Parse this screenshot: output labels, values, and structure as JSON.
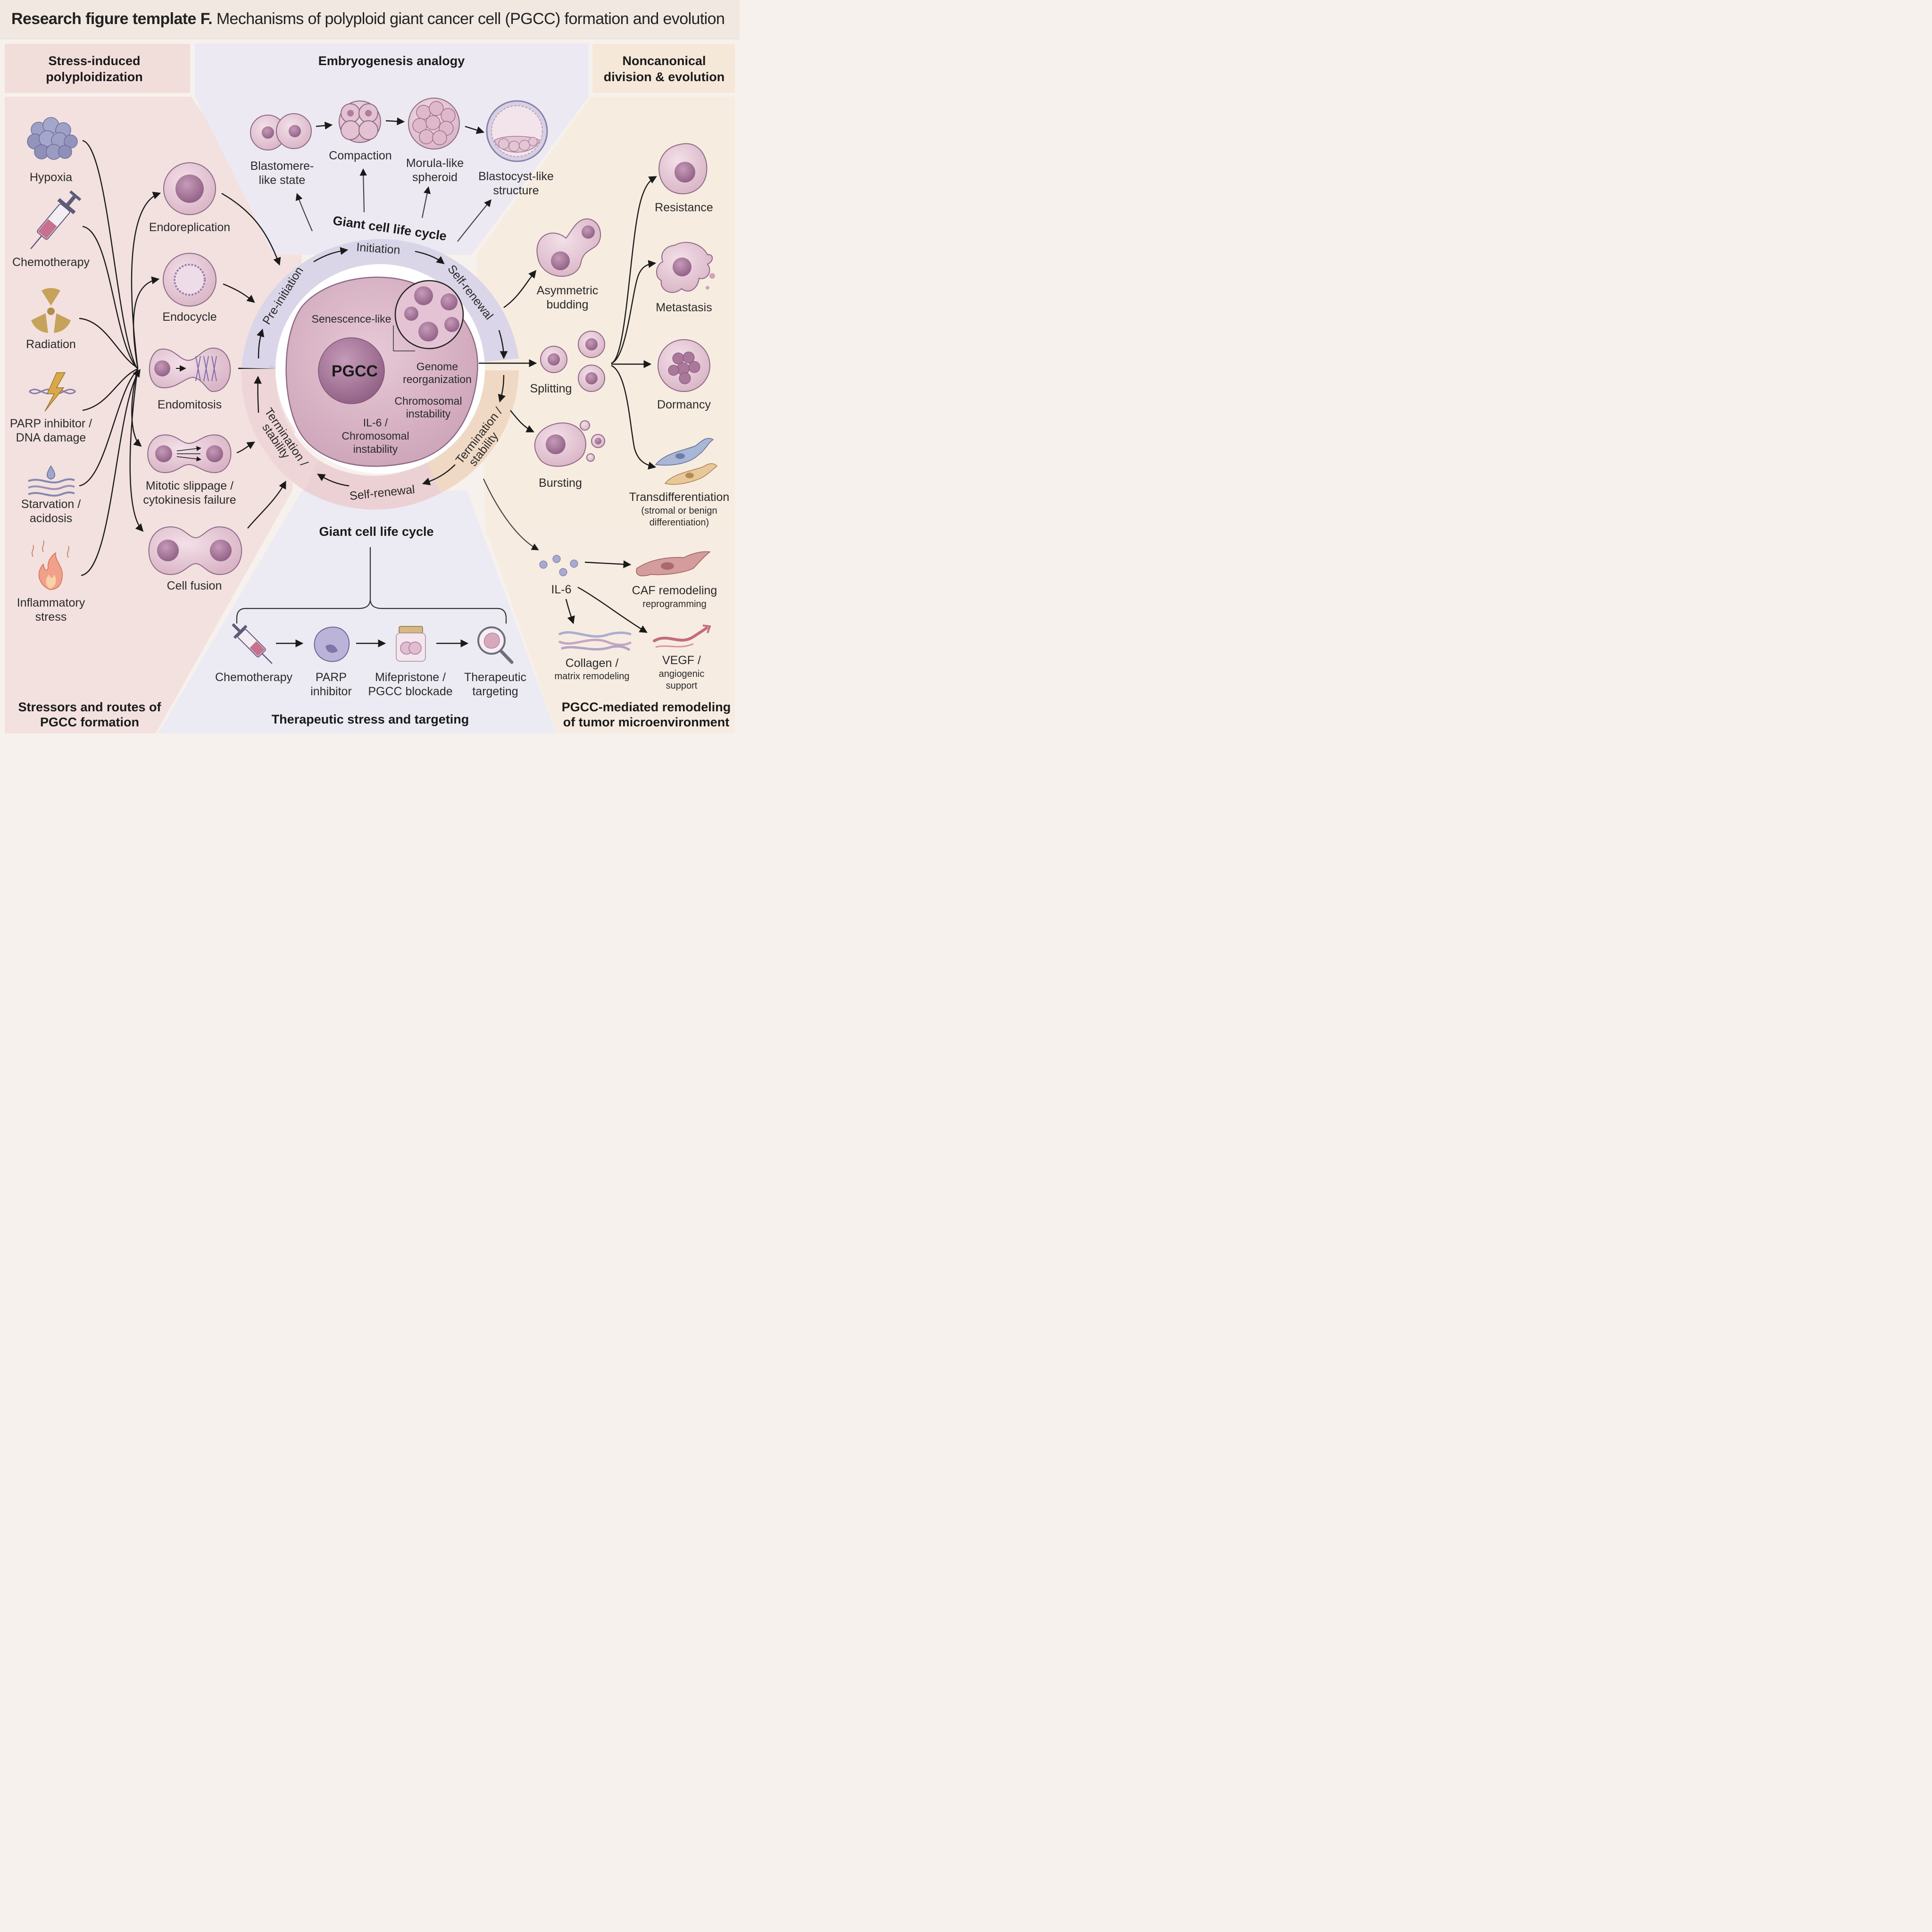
{
  "title": {
    "prefix": "Research figure template F.",
    "main": "Mechanisms of polyploid giant cancer cell (PGCC) formation and evolution"
  },
  "sections": {
    "left_header": [
      "Stress-induced",
      "polyploidization"
    ],
    "top_header": "Embryogenesis analogy",
    "right_header": [
      "Noncanonical",
      "division & evolution"
    ],
    "left_footer": [
      "Stressors and routes of",
      "PGCC formation"
    ],
    "bottom_footer": "Therapeutic stress and targeting",
    "right_footer": [
      "PGCC-mediated remodeling",
      "of tumor microenvironment"
    ],
    "bottom_cycle_title": "Giant cell life cycle"
  },
  "stressors": [
    {
      "lines": [
        "Hypoxia"
      ]
    },
    {
      "lines": [
        "Chemotherapy"
      ]
    },
    {
      "lines": [
        "Radiation"
      ]
    },
    {
      "lines": [
        "PARP inhibitor /",
        "DNA damage"
      ]
    },
    {
      "lines": [
        "Starvation /",
        "acidosis"
      ]
    },
    {
      "lines": [
        "Inflammatory",
        "stress"
      ]
    }
  ],
  "routes": [
    {
      "lines": [
        "Endoreplication"
      ]
    },
    {
      "lines": [
        "Endocycle"
      ]
    },
    {
      "lines": [
        "Endomitosis"
      ]
    },
    {
      "lines": [
        "Mitotic slippage /",
        "cytokinesis failure"
      ]
    },
    {
      "lines": [
        "Cell fusion"
      ]
    }
  ],
  "embryo_stages": [
    {
      "lines": [
        "Blastomere-",
        "like state"
      ]
    },
    {
      "lines": [
        "Compaction"
      ]
    },
    {
      "lines": [
        "Morula-like",
        "spheroid"
      ]
    },
    {
      "lines": [
        "Blastocyst-like",
        "structure"
      ]
    }
  ],
  "ring": {
    "title": "Giant cell life cycle",
    "pre_initiation": "Pre-initiation",
    "initiation": "Initiation",
    "self_renewal_top": "Self-renewal",
    "termination_right": [
      "Termination /",
      "stability"
    ],
    "self_renewal_bottom": "Self-renewal",
    "termination_left": [
      "Termination /",
      "stability"
    ]
  },
  "core": {
    "pgcc": "PGCC",
    "senescence": "Senescence-like",
    "genome": [
      "Genome",
      "reorganization"
    ],
    "chromosomal": [
      "Chromosomal",
      "instability"
    ],
    "il6": [
      "IL-6 /",
      "Chromosomal",
      "instability"
    ]
  },
  "divisions": [
    {
      "lines": [
        "Asymmetric",
        "budding"
      ]
    },
    {
      "lines": [
        "Splitting"
      ]
    },
    {
      "lines": [
        "Bursting"
      ]
    }
  ],
  "outcomes": [
    {
      "lines": [
        "Resistance"
      ]
    },
    {
      "lines": [
        "Metastasis"
      ]
    },
    {
      "lines": [
        "Dormancy"
      ]
    },
    {
      "lines": [
        "Transdifferentiation"
      ],
      "sub": [
        "(stromal or benign",
        "differentiation)"
      ]
    }
  ],
  "tme": {
    "il6": "IL-6",
    "caf": {
      "lines": [
        "CAF remodeling"
      ],
      "sub": [
        "reprogramming"
      ]
    },
    "collagen": {
      "lines": [
        "Collagen /"
      ],
      "sub": [
        "matrix remodeling"
      ]
    },
    "vegf": {
      "lines": [
        "VEGF /"
      ],
      "sub": [
        "angiogenic",
        "support"
      ]
    }
  },
  "therapy": [
    {
      "lines": [
        "Chemotherapy"
      ]
    },
    {
      "lines": [
        "PARP",
        "inhibitor"
      ]
    },
    {
      "lines": [
        "Mifepristone /",
        "PGCC blockade"
      ]
    },
    {
      "lines": [
        "Therapeutic",
        "targeting"
      ]
    }
  ],
  "colors": {
    "cell_fill": "#e8ccd6",
    "nucleus": "#a9789a",
    "left_panel": "#f2e1df",
    "top_panel": "#ece9f2",
    "right_panel": "#f7ece0",
    "ring_purple": "#d7d2e6",
    "ring_peach": "#f0d7c2",
    "ring_pink": "#ecd0d3"
  }
}
